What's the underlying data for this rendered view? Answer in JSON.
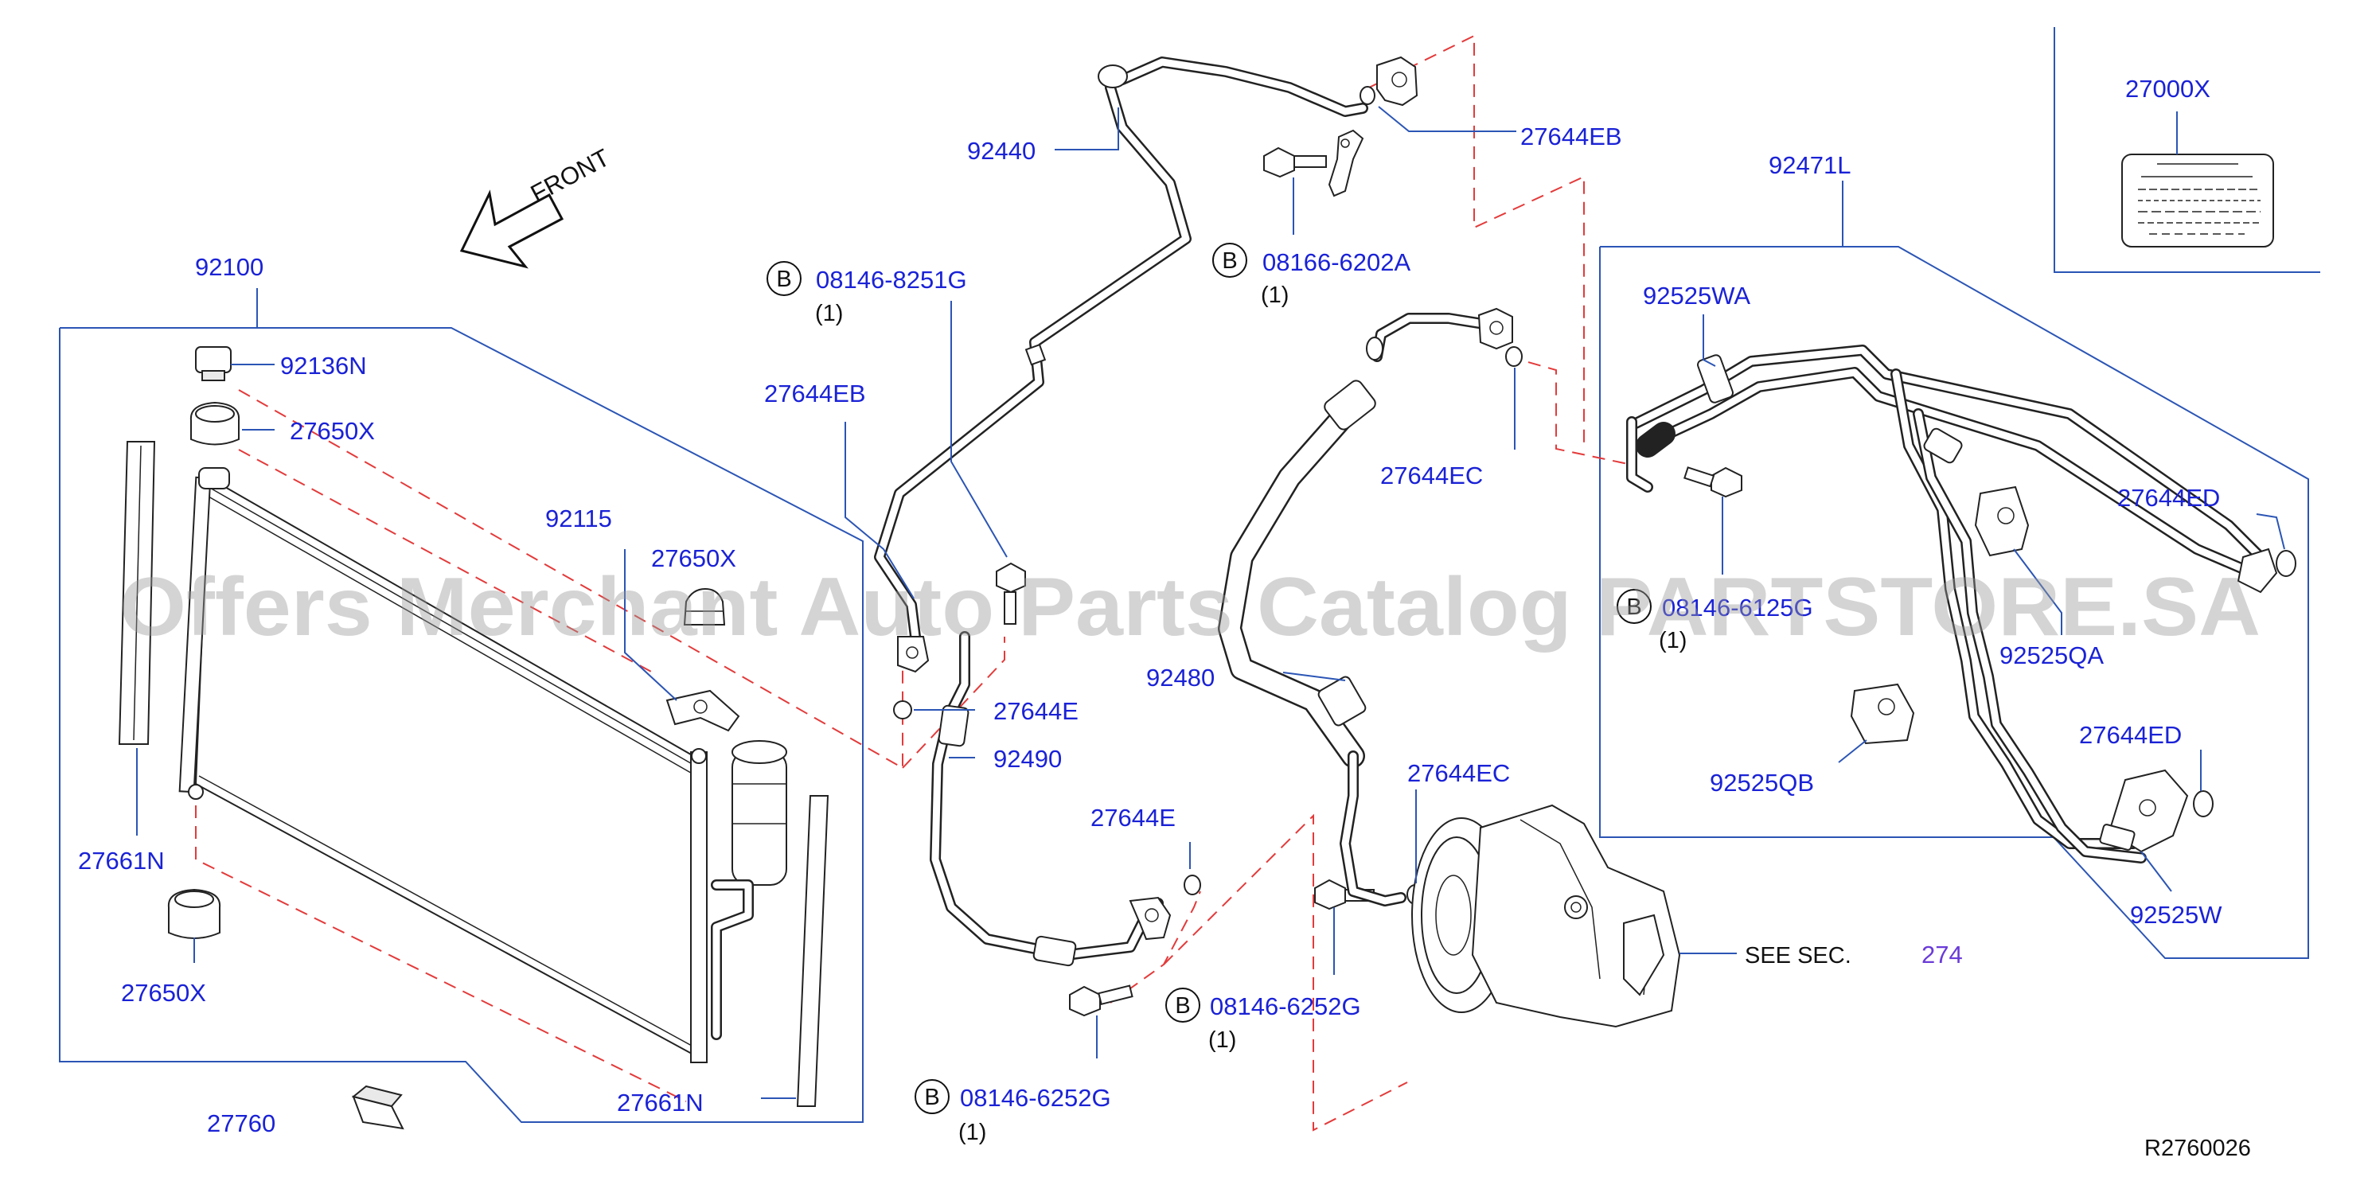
{
  "watermark": "Offers Merchant Auto Parts Catalog PARTSTORE.SA",
  "front_label": "FRONT",
  "diagram_code": "R2760026",
  "see_section": {
    "prefix": "SEE   SEC.",
    "number": "274"
  },
  "bolt_marker": "B",
  "parts": {
    "p92100": "92100",
    "p92136N": "92136N",
    "p27650X_a": "27650X",
    "p92115": "92115",
    "p27650X_b": "27650X",
    "p27661N_a": "27661N",
    "p27650X_c": "27650X",
    "p27661N_b": "27661N",
    "p27760": "27760",
    "p92440": "92440",
    "p08146_8251G": "08146-8251G",
    "p08146_8251G_qty": "(1)",
    "p27644EB_a": "27644EB",
    "p27644EB_b": "27644EB",
    "p08166_6202A": "08166-6202A",
    "p08166_6202A_qty": "(1)",
    "p27644E_a": "27644E",
    "p92490": "92490",
    "p27644E_b": "27644E",
    "p08146_6252G_a": "08146-6252G",
    "p08146_6252G_a_qty": "(1)",
    "p08146_6252G_b": "08146-6252G",
    "p08146_6252G_b_qty": "(1)",
    "p27644EC_a": "27644EC",
    "p92480": "92480",
    "p27644EC_b": "27644EC",
    "p27000X": "27000X",
    "p92471L": "92471L",
    "p92525WA": "92525WA",
    "p08146_hidden": "08146-6125G",
    "p08146_hidden_qty": "(1)",
    "p27644ED_a": "27644ED",
    "p92525QA": "92525QA",
    "p92525QB": "92525QB",
    "p27644ED_b": "27644ED",
    "p92525W": "92525W"
  }
}
